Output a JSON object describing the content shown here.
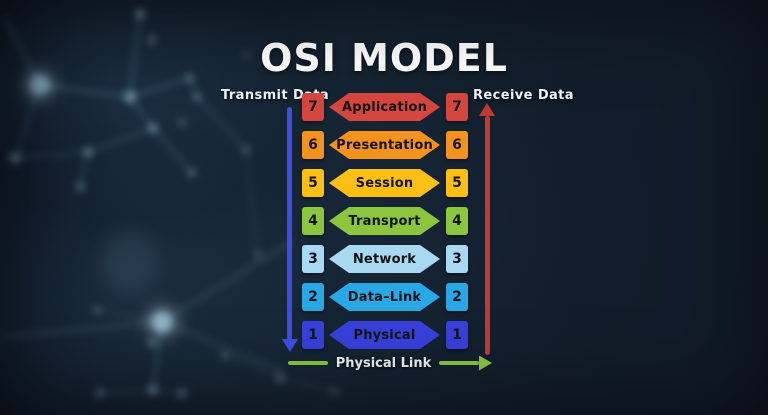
{
  "title": "OSI MODEL",
  "annotations": {
    "transmit": "Transmit Data",
    "receive": "Receive Data",
    "physical_link": "Physical Link"
  },
  "layers": [
    {
      "number": "7",
      "name": "Application",
      "color": "#d5473e"
    },
    {
      "number": "6",
      "name": "Presentation",
      "color": "#f4921f"
    },
    {
      "number": "5",
      "name": "Session",
      "color": "#fcc014"
    },
    {
      "number": "4",
      "name": "Transport",
      "color": "#8cc63f"
    },
    {
      "number": "3",
      "name": "Network",
      "color": "#a9d9f2"
    },
    {
      "number": "2",
      "name": "Data–Link",
      "color": "#2aa7e5"
    },
    {
      "number": "1",
      "name": "Physical",
      "color": "#3741da"
    }
  ],
  "colors": {
    "transmit_arrow": "#3d4fe3",
    "receive_arrow": "#c03a31",
    "physical_link_arrow": "#8cc63f",
    "background": "#111b29",
    "layer_text": "#141414",
    "label_text": "#eef3f6"
  }
}
